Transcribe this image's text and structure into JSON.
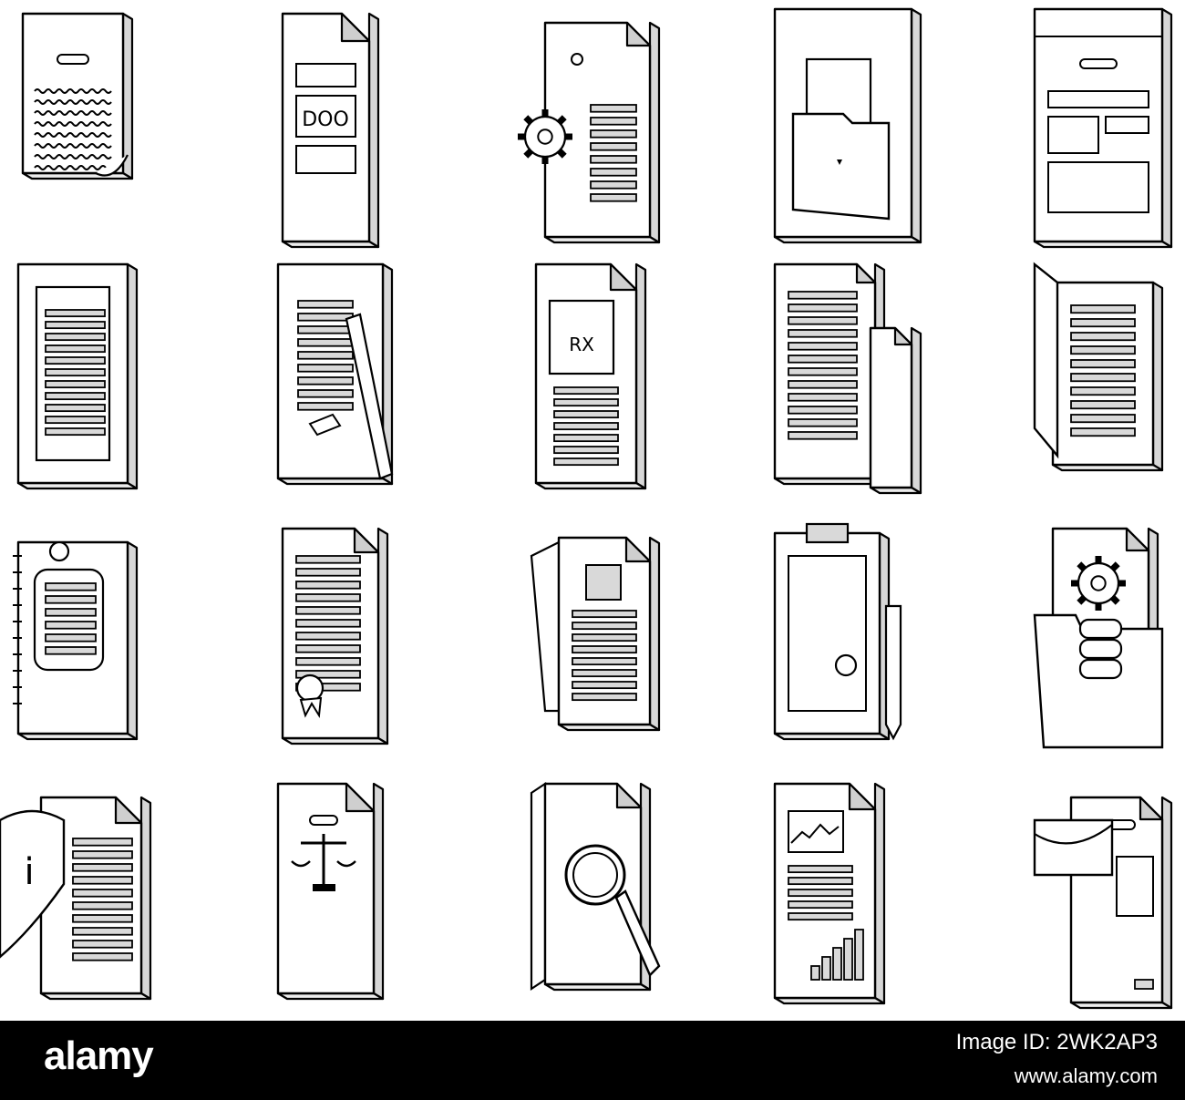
{
  "footer": {
    "brand": "alamy",
    "image_id": "Image ID: 2WK2AP3",
    "site": "www.alamy.com"
  },
  "icons": [
    {
      "name": "handwritten-page-icon",
      "glyph": ""
    },
    {
      "name": "doc-file-icon",
      "glyph": "DOO"
    },
    {
      "name": "document-settings-icon",
      "glyph": ""
    },
    {
      "name": "folder-documents-icon",
      "glyph": ""
    },
    {
      "name": "web-page-layout-icon",
      "glyph": ""
    },
    {
      "name": "framed-text-document-icon",
      "glyph": ""
    },
    {
      "name": "signed-document-pen-icon",
      "glyph": ""
    },
    {
      "name": "prescription-document-icon",
      "glyph": "RX"
    },
    {
      "name": "document-cutout-icon",
      "glyph": ""
    },
    {
      "name": "open-door-document-icon",
      "glyph": ""
    },
    {
      "name": "notepad-clip-icon",
      "glyph": ""
    },
    {
      "name": "certificate-scroll-icon",
      "glyph": ""
    },
    {
      "name": "stacked-folder-document-icon",
      "glyph": ""
    },
    {
      "name": "clipboard-pencil-icon",
      "glyph": ""
    },
    {
      "name": "database-folder-icon",
      "glyph": ""
    },
    {
      "name": "info-shield-document-icon",
      "glyph": "i"
    },
    {
      "name": "legal-scales-document-icon",
      "glyph": ""
    },
    {
      "name": "magnifier-document-icon",
      "glyph": ""
    },
    {
      "name": "report-chart-document-icon",
      "glyph": ""
    },
    {
      "name": "envelope-document-icon",
      "glyph": ""
    }
  ]
}
